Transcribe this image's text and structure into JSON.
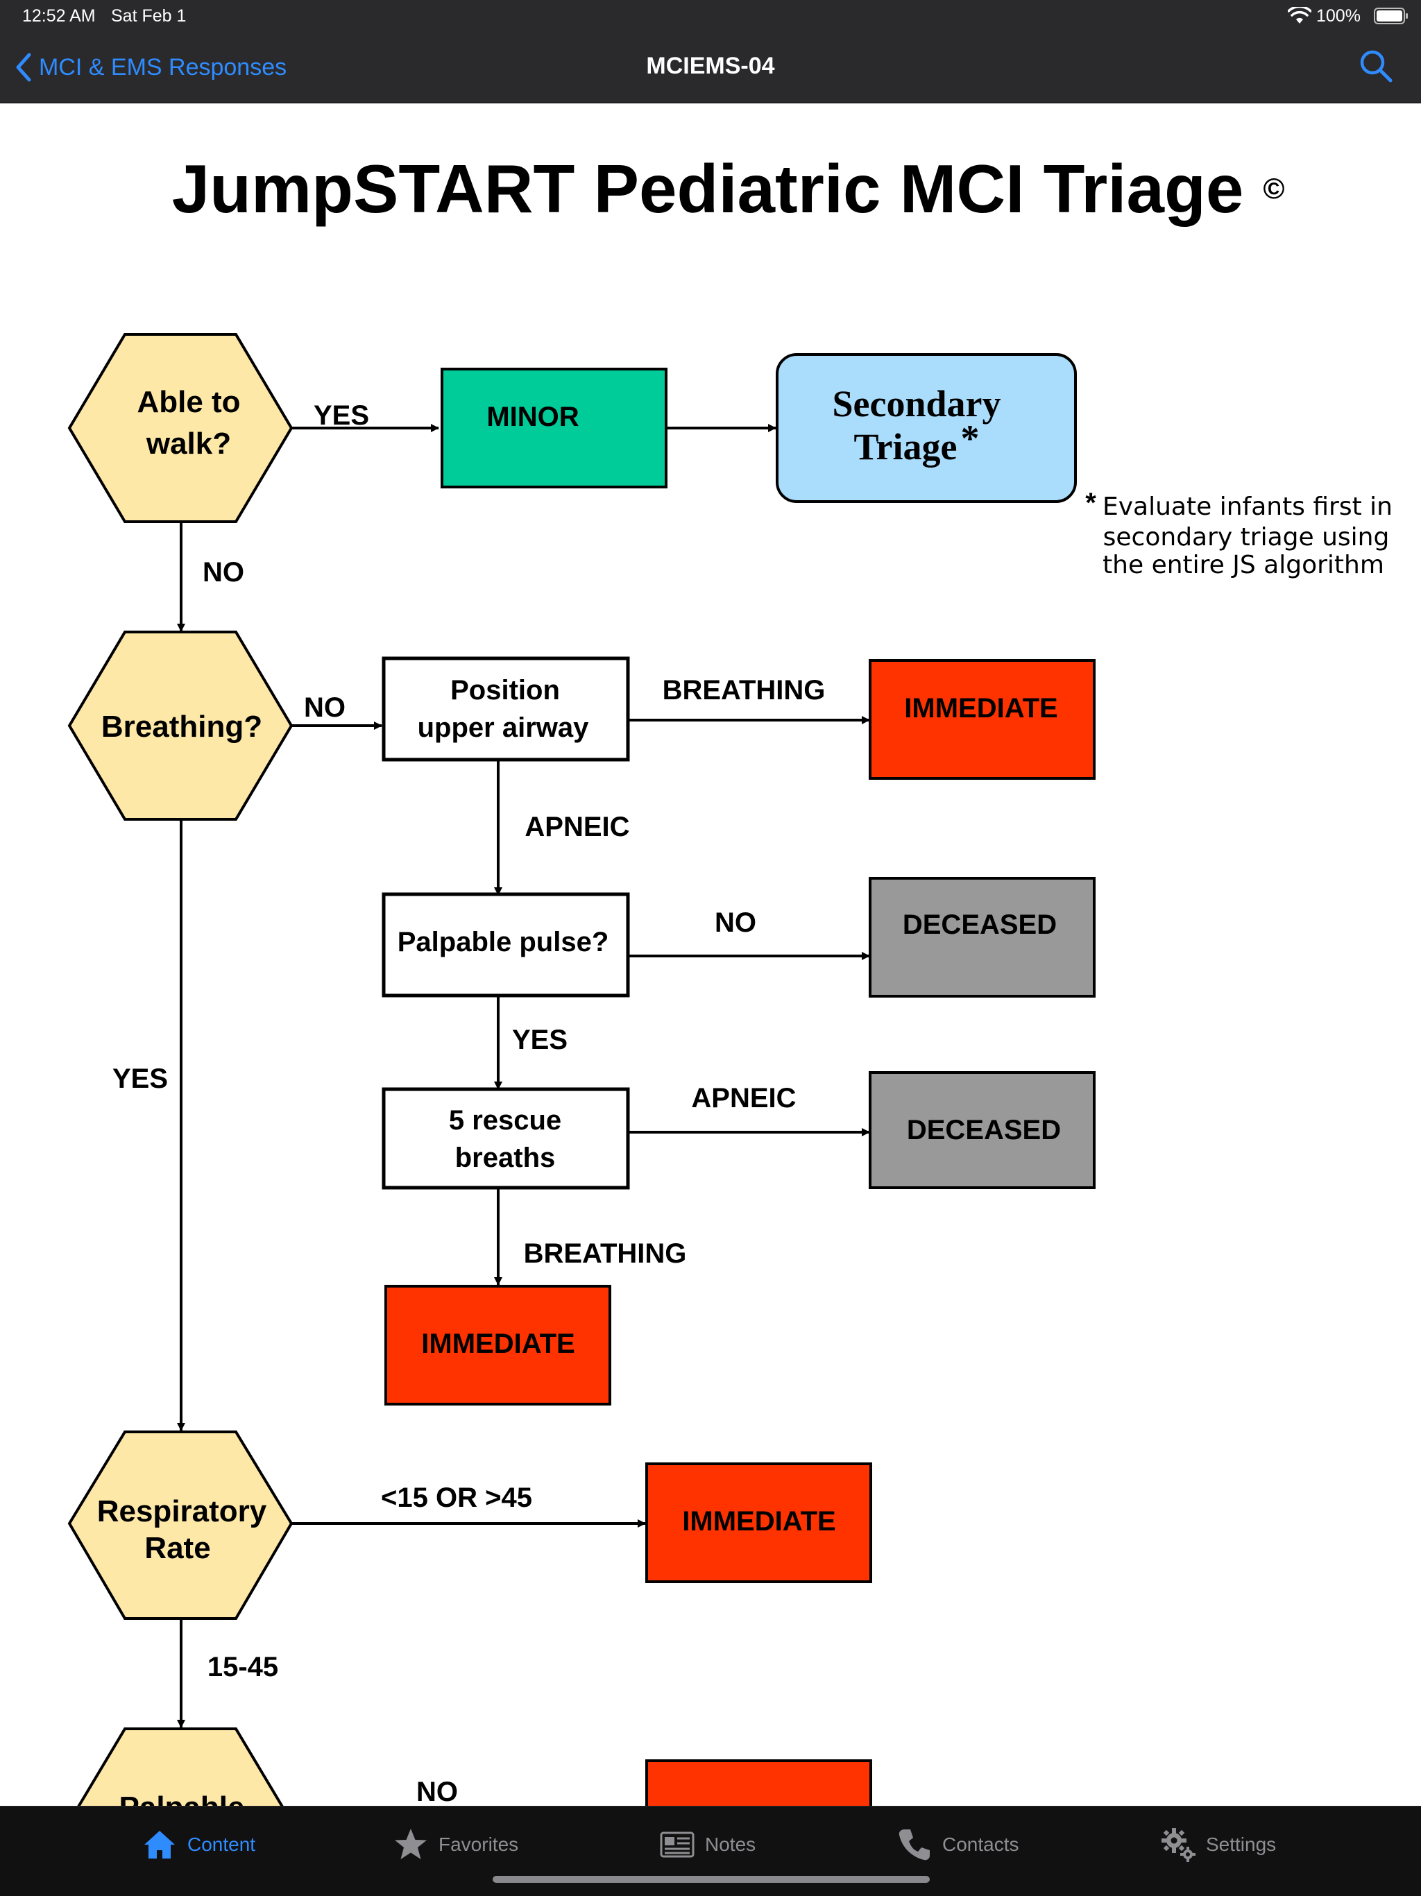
{
  "status_bar": {
    "time": "12:52 AM",
    "date": "Sat Feb 1",
    "battery_percent": "100%",
    "battery_level": 1.0
  },
  "nav": {
    "back_label": "MCI & EMS Responses",
    "title": "MCIEMS-04",
    "search_icon": "search-icon"
  },
  "document": {
    "title": "JumpSTART Pediatric MCI Triage",
    "title_mark": "©",
    "nodes": {
      "able_to_walk": [
        "Able to",
        "walk?"
      ],
      "minor": "MINOR",
      "secondary_triage": [
        "Secondary",
        "Triage"
      ],
      "secondary_triage_mark": "*",
      "breathing": "Breathing?",
      "position_airway": [
        "Position",
        "upper airway"
      ],
      "immediate_1": "IMMEDIATE",
      "palpable_pulse": "Palpable pulse?",
      "deceased_1": "DECEASED",
      "rescue_breaths": [
        "5 rescue",
        "breaths"
      ],
      "deceased_2": "DECEASED",
      "immediate_2": "IMMEDIATE",
      "respiratory_rate": [
        "Respiratory",
        "Rate"
      ],
      "immediate_3": "IMMEDIATE",
      "palpable_partial": "Palpable"
    },
    "edges": {
      "walk_yes": "YES",
      "walk_no": "NO",
      "breathing_no": "NO",
      "position_breathing": "BREATHING",
      "position_apneic": "APNEIC",
      "pulse_no": "NO",
      "pulse_yes": "YES",
      "breaths_apneic": "APNEIC",
      "breaths_breathing": "BREATHING",
      "breathing_yes": "YES",
      "rr_out_of_range": "<15 OR >45",
      "rr_in_range": "15-45",
      "palpable_no": "NO"
    },
    "note": {
      "asterisk": "*",
      "lines": [
        "Evaluate infants first in",
        "secondary triage using",
        "the entire JS algorithm"
      ]
    },
    "colors": {
      "hexagon": "#fee8a8",
      "minor": "#00cc99",
      "secondary": "#aadcfb",
      "immediate": "#ff3300",
      "deceased": "#999999"
    }
  },
  "tabs": [
    {
      "label": "Content",
      "icon": "home-icon",
      "active": true
    },
    {
      "label": "Favorites",
      "icon": "star-icon",
      "active": false
    },
    {
      "label": "Notes",
      "icon": "notes-icon",
      "active": false
    },
    {
      "label": "Contacts",
      "icon": "phone-icon",
      "active": false
    },
    {
      "label": "Settings",
      "icon": "gear-icon",
      "active": false
    }
  ]
}
